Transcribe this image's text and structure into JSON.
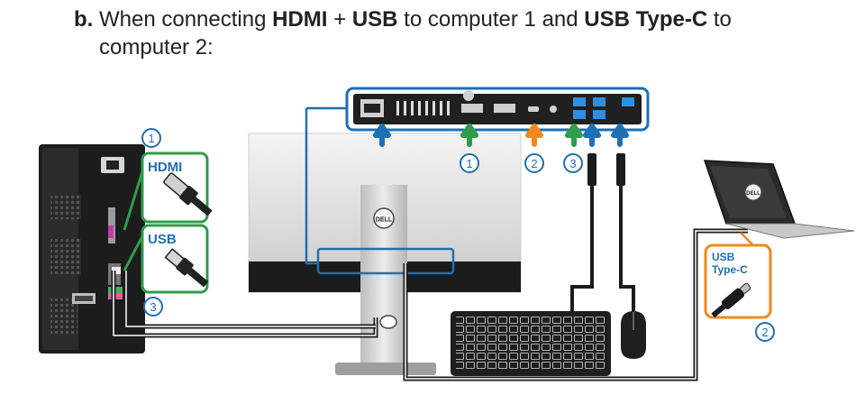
{
  "heading": {
    "label": "b.",
    "part1": "When connecting",
    "hdmi": "HDMI",
    "plus": "+",
    "usb": "USB",
    "part2": "to computer 1 and",
    "usb_c": "USB Type-C",
    "part3": "to",
    "line2": "computer 2:"
  },
  "callouts": {
    "one": "1",
    "two": "2",
    "three": "3"
  },
  "connectors": {
    "hdmi_label": "HDMI",
    "usb_label": "USB",
    "usb_c_line1": "USB",
    "usb_c_line2": "Type-C"
  },
  "brand": {
    "logo": "DELL"
  },
  "colors": {
    "blue": "#1f6fb5",
    "green": "#2e9c4a",
    "orange": "#f08a1e",
    "dark": "#333333"
  },
  "icons": [
    "desktop-tower-icon",
    "monitor-icon",
    "laptop-icon",
    "keyboard-icon",
    "mouse-icon",
    "hdmi-plug-icon",
    "usb-plug-icon",
    "usb-c-plug-icon",
    "arrow-up-icon"
  ]
}
